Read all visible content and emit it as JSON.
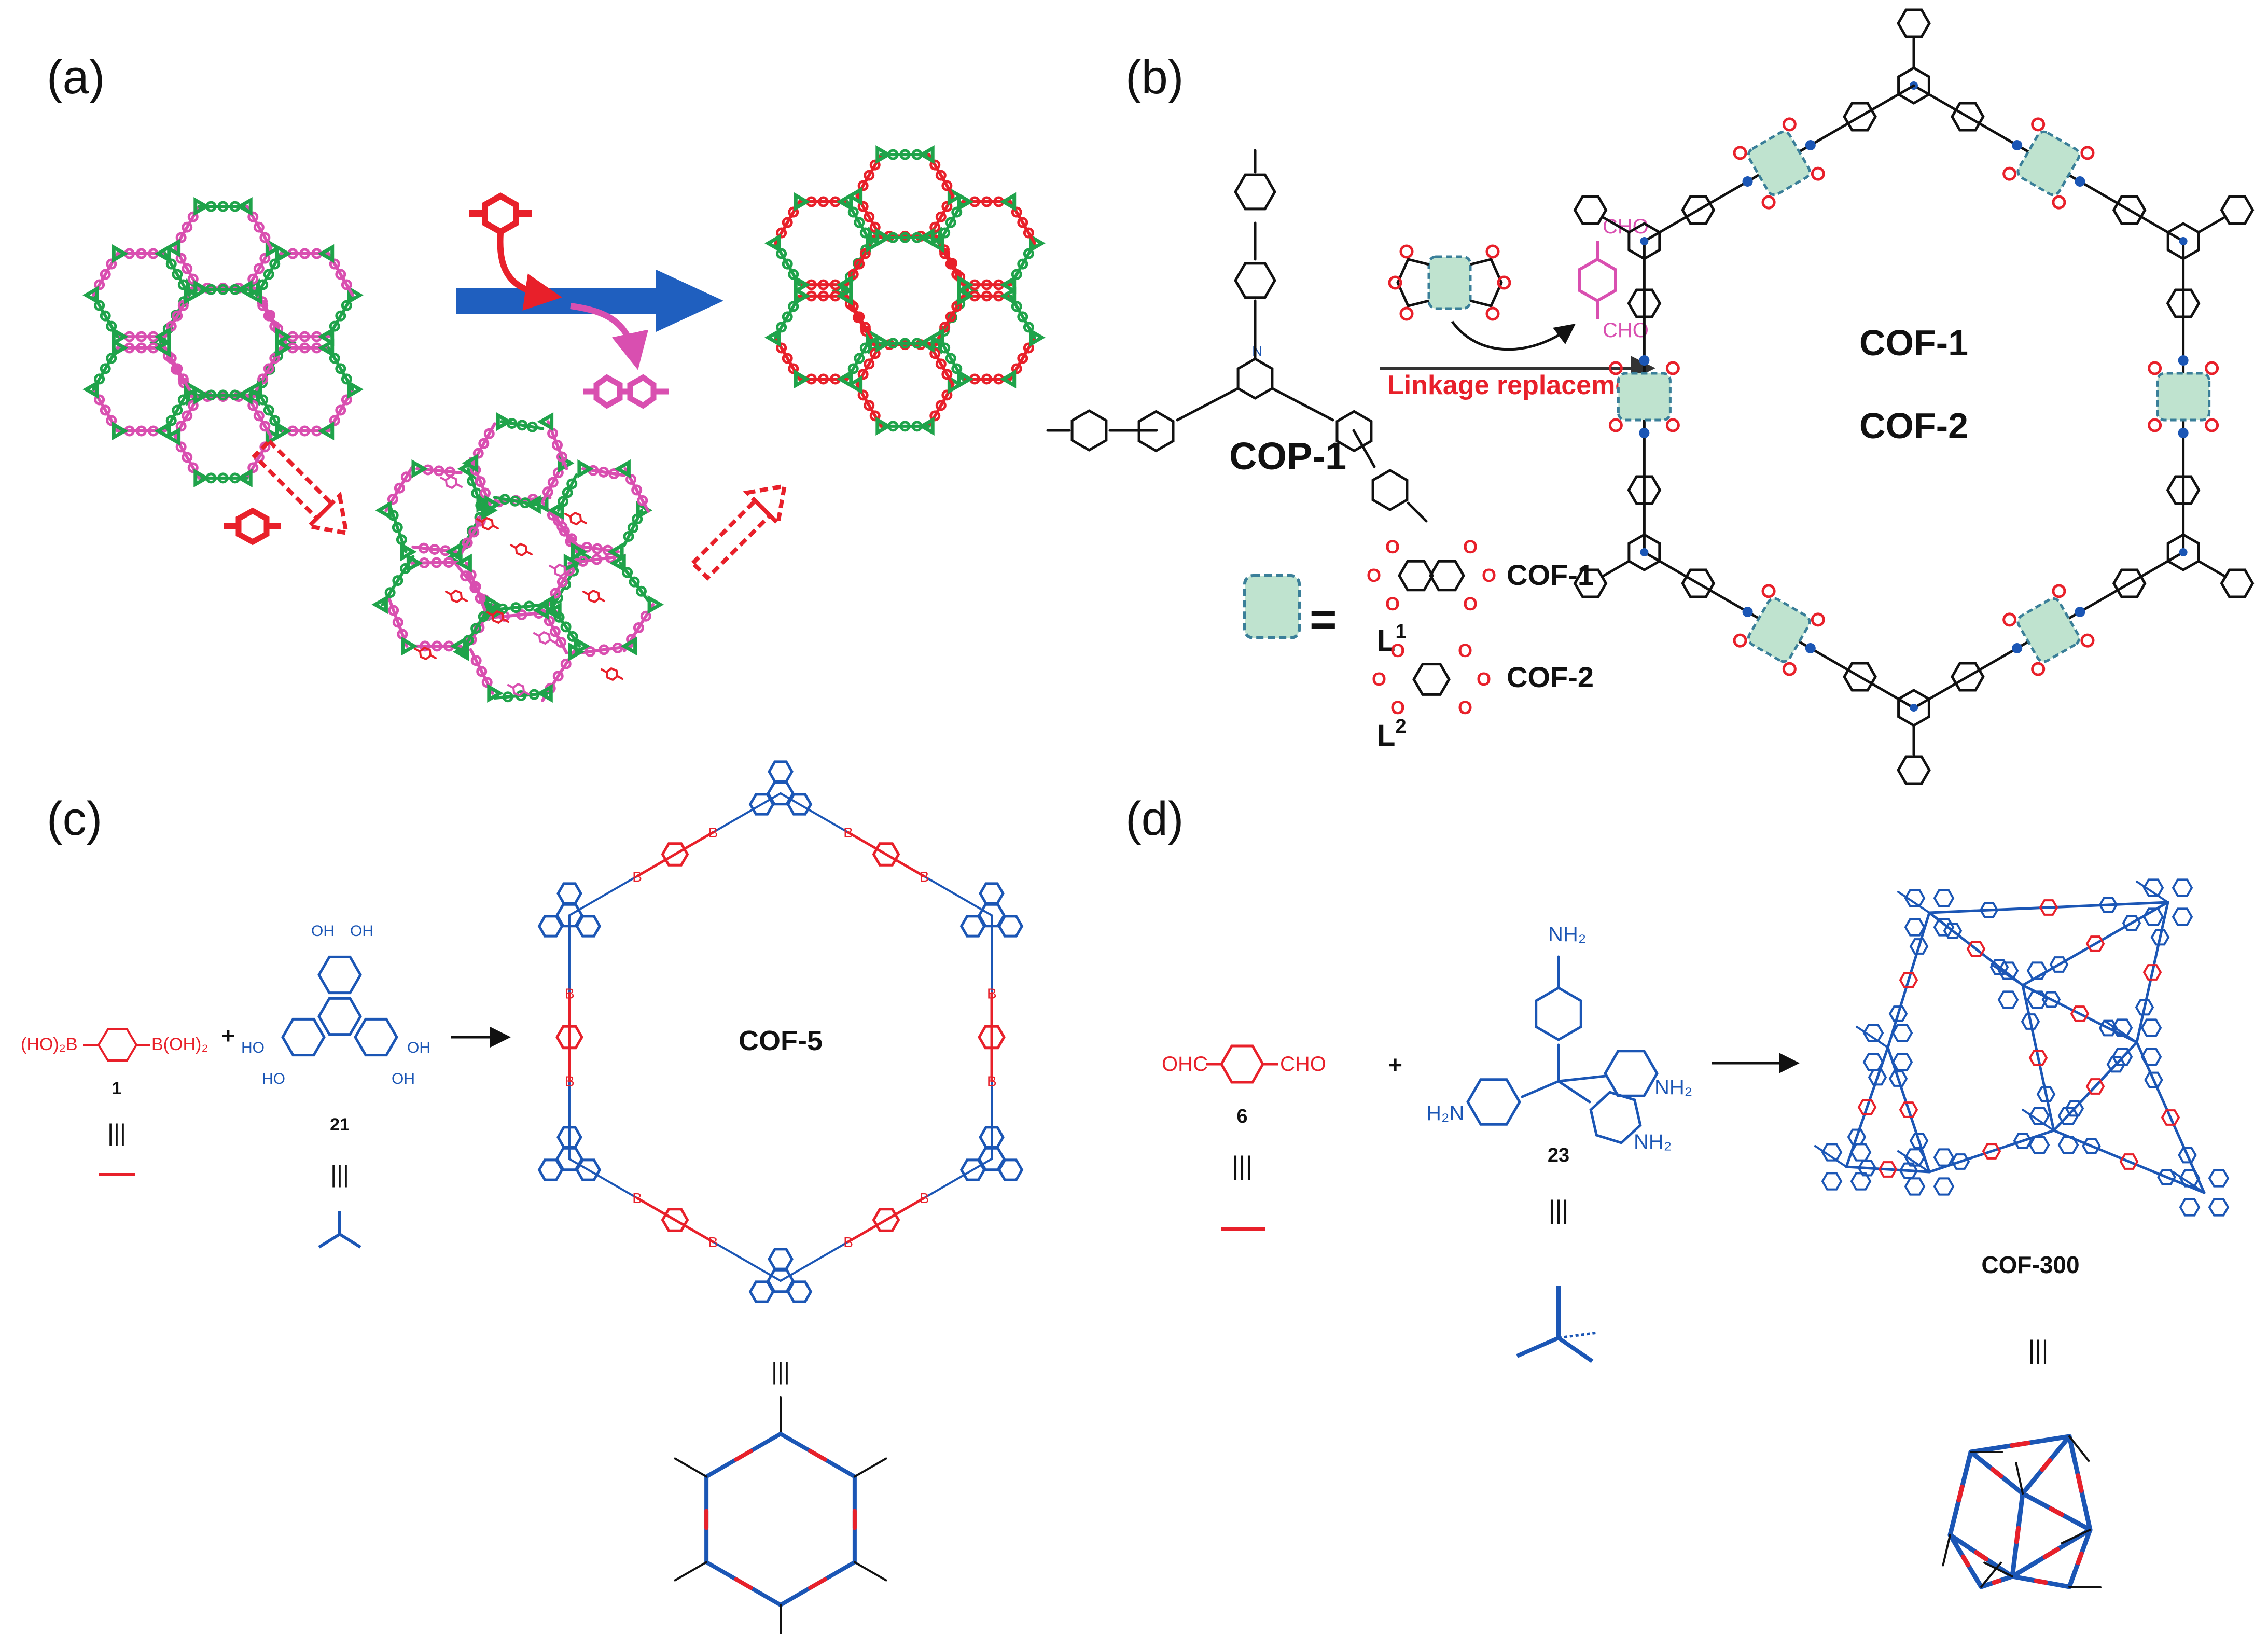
{
  "panels": {
    "a": {
      "letter": "(a)"
    },
    "b": {
      "letter": "(b)",
      "precursor": "COP-1",
      "arrow_label": "Linkage replacement",
      "reagent_label_top": "CHO",
      "reagent_label_bottom": "CHO",
      "products": [
        "COF-1",
        "COF-2"
      ],
      "equals": "=",
      "linker_1": {
        "label": "L",
        "sup": "1",
        "product": "COF-1"
      },
      "linker_2": {
        "label": "L",
        "sup": "2",
        "product": "COF-2"
      },
      "atom_O": "O",
      "atom_N": "N"
    },
    "c": {
      "letter": "(c)",
      "monomer_a": {
        "formula_left": "(HO)₂B",
        "formula_right": "B(OH)₂",
        "number": "1"
      },
      "plus": "+",
      "monomer_b": {
        "number": "21",
        "oh": "OH",
        "ho": "HO"
      },
      "product": "COF-5",
      "equiv": "|||",
      "atom_B": "B",
      "atom_O": "O"
    },
    "d": {
      "letter": "(d)",
      "monomer_a": {
        "left": "OHC",
        "right": "CHO",
        "number": "6"
      },
      "plus": "+",
      "monomer_b": {
        "number": "23",
        "nh2_top": "NH₂",
        "nh2_left": "H₂N",
        "nh2_right": "NH₂",
        "nh2_bottom": "NH₂"
      },
      "product": "COF-300",
      "equiv": "|||",
      "atom_N": "N"
    }
  },
  "colors": {
    "green": "#1fa34a",
    "magenta": "#d94fb0",
    "red": "#e8202a",
    "blue": "#1b56b5",
    "arrow_blue": "#1f5fbf",
    "highlight_fill": "#bfe3cf",
    "highlight_stroke": "#3a7f99",
    "gray_arrow": "#555555",
    "black": "#111111"
  }
}
